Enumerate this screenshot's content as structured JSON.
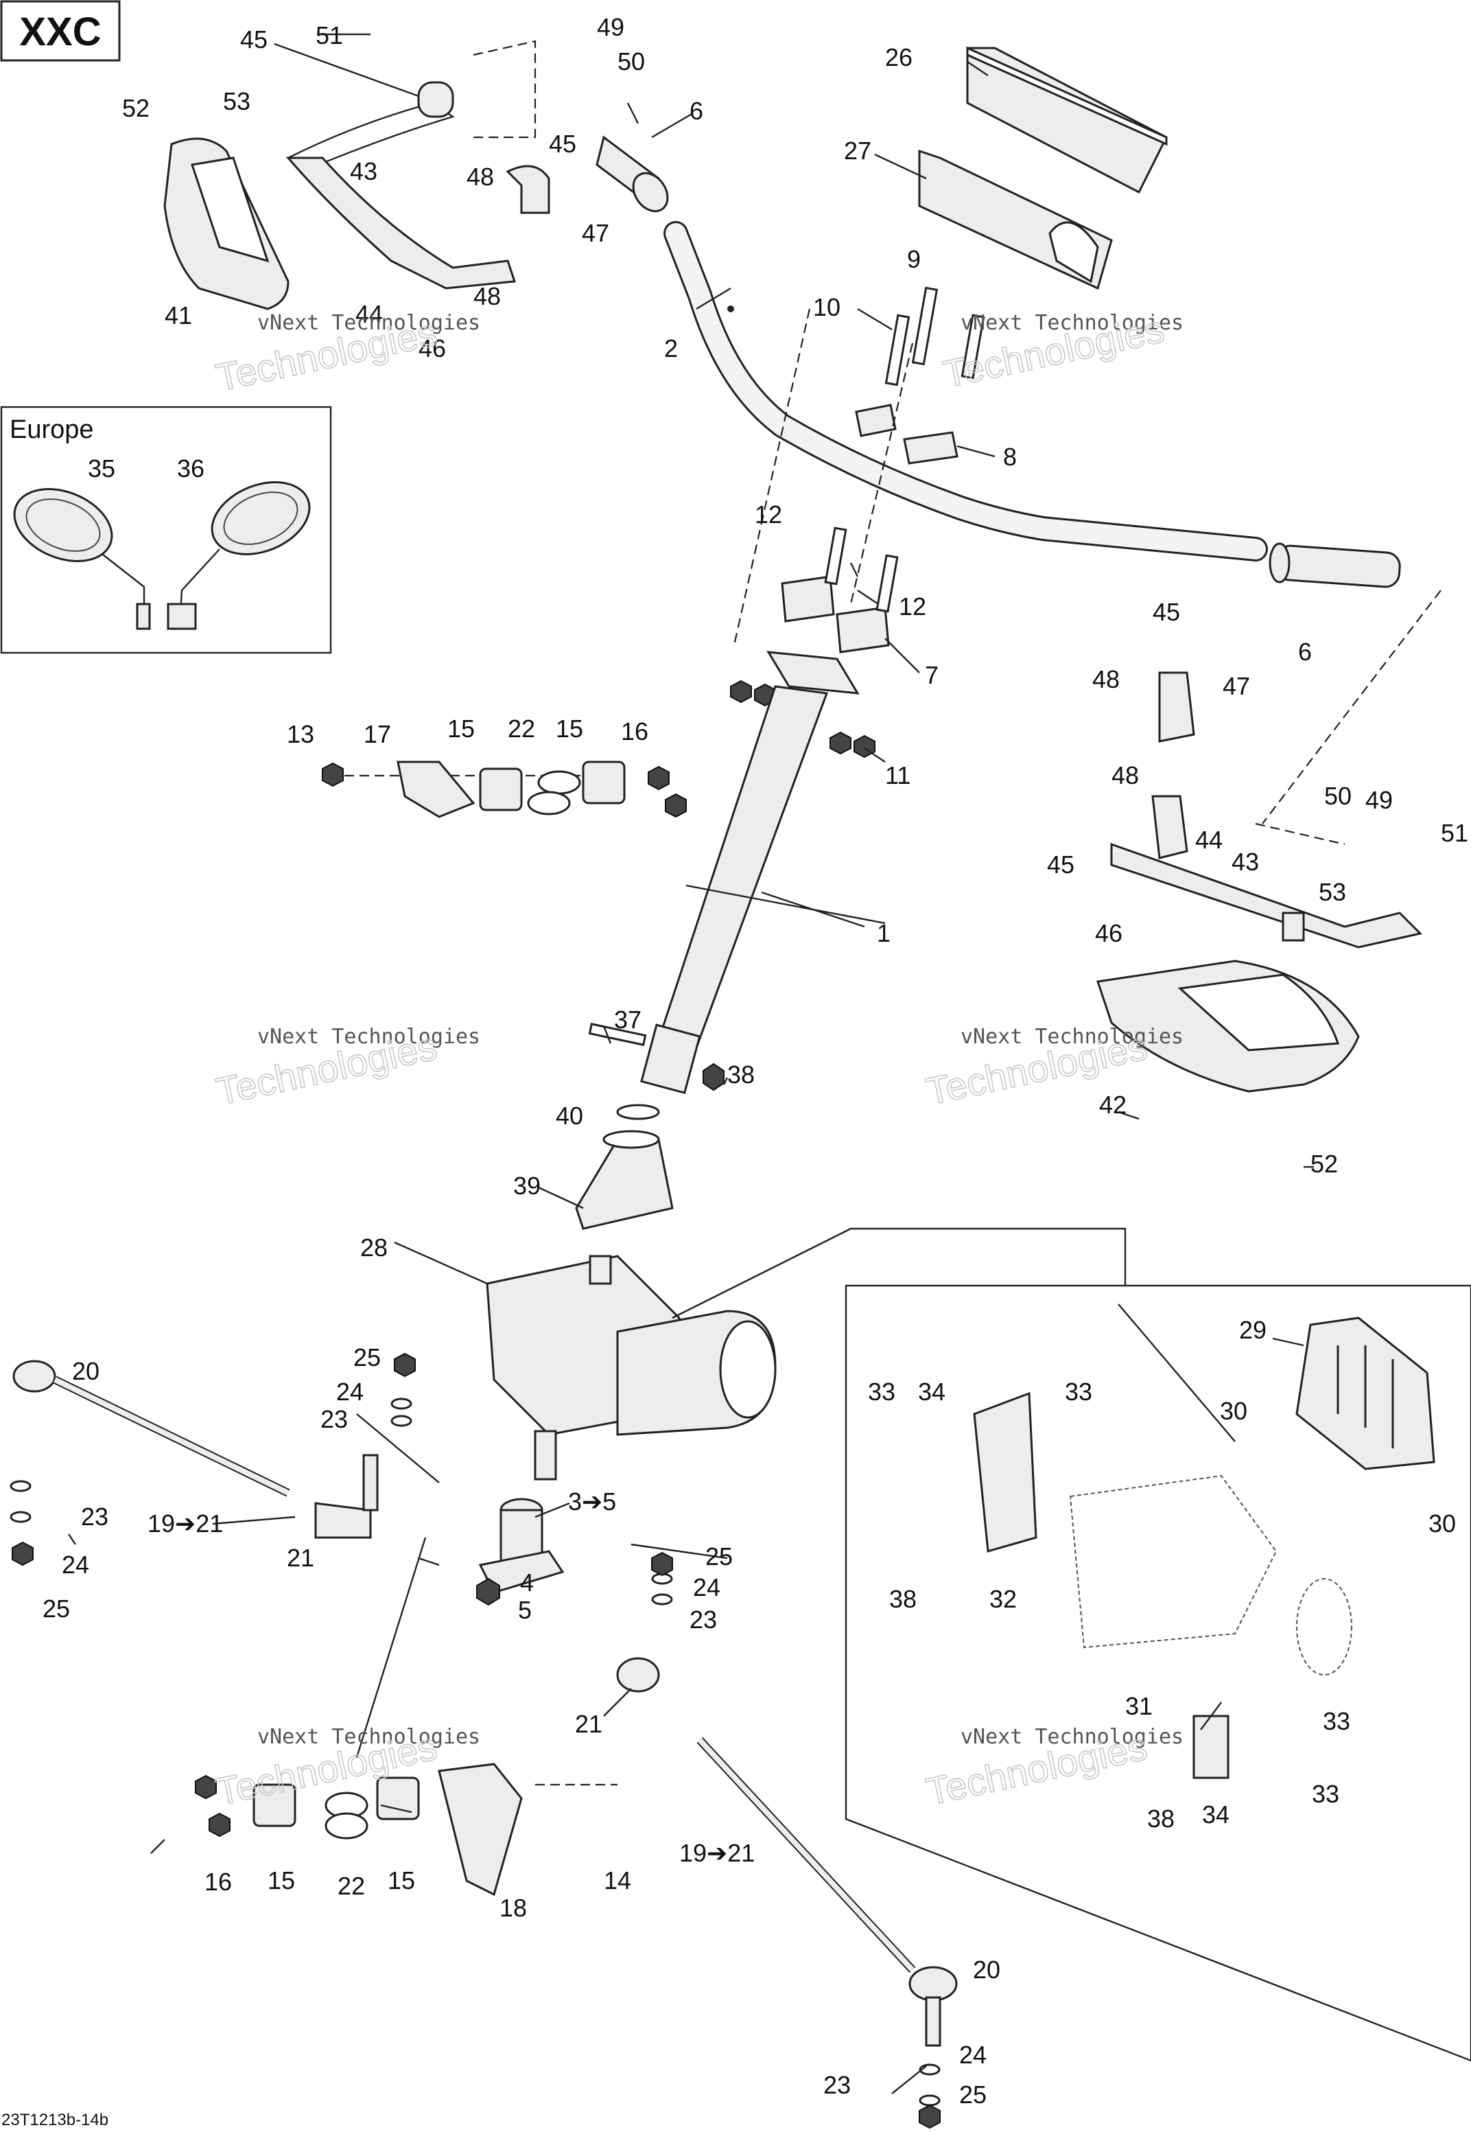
{
  "header": {
    "model": "XXC",
    "region": "Europe"
  },
  "diagram_code": "23T1213b-14b",
  "watermark": {
    "line1": "vNext Technologies",
    "line2": "Technologies"
  },
  "callouts": [
    {
      "id": "c51a",
      "text": "51"
    },
    {
      "id": "c45a",
      "text": "45"
    },
    {
      "id": "c49a",
      "text": "49"
    },
    {
      "id": "c50a",
      "text": "50"
    },
    {
      "id": "c26",
      "text": "26"
    },
    {
      "id": "c52a",
      "text": "52"
    },
    {
      "id": "c53a",
      "text": "53"
    },
    {
      "id": "c6a",
      "text": "6"
    },
    {
      "id": "c43a",
      "text": "43"
    },
    {
      "id": "c48a",
      "text": "48"
    },
    {
      "id": "c45b",
      "text": "45"
    },
    {
      "id": "c27",
      "text": "27"
    },
    {
      "id": "c47a",
      "text": "47"
    },
    {
      "id": "c48b",
      "text": "48"
    },
    {
      "id": "c41",
      "text": "41"
    },
    {
      "id": "c44a",
      "text": "44"
    },
    {
      "id": "c46a",
      "text": "46"
    },
    {
      "id": "c9",
      "text": "9"
    },
    {
      "id": "c10",
      "text": "10"
    },
    {
      "id": "c2",
      "text": "2"
    },
    {
      "id": "c8",
      "text": "8"
    },
    {
      "id": "c35",
      "text": "35"
    },
    {
      "id": "c36",
      "text": "36"
    },
    {
      "id": "c12a",
      "text": "12"
    },
    {
      "id": "c12b",
      "text": "12"
    },
    {
      "id": "c6b",
      "text": "6"
    },
    {
      "id": "c45c",
      "text": "45"
    },
    {
      "id": "c7",
      "text": "7"
    },
    {
      "id": "c48c",
      "text": "48"
    },
    {
      "id": "c47b",
      "text": "47"
    },
    {
      "id": "c13",
      "text": "13"
    },
    {
      "id": "c17",
      "text": "17"
    },
    {
      "id": "c15a",
      "text": "15"
    },
    {
      "id": "c22a",
      "text": "22"
    },
    {
      "id": "c15b",
      "text": "15"
    },
    {
      "id": "c16a",
      "text": "16"
    },
    {
      "id": "c11",
      "text": "11"
    },
    {
      "id": "c48d",
      "text": "48"
    },
    {
      "id": "c50b",
      "text": "50"
    },
    {
      "id": "c49b",
      "text": "49"
    },
    {
      "id": "c51b",
      "text": "51"
    },
    {
      "id": "c44b",
      "text": "44"
    },
    {
      "id": "c45d",
      "text": "45"
    },
    {
      "id": "c43b",
      "text": "43"
    },
    {
      "id": "c53b",
      "text": "53"
    },
    {
      "id": "c1",
      "text": "1"
    },
    {
      "id": "c46b",
      "text": "46"
    },
    {
      "id": "c37",
      "text": "37"
    },
    {
      "id": "c38a",
      "text": "38"
    },
    {
      "id": "c42",
      "text": "42"
    },
    {
      "id": "c40",
      "text": "40"
    },
    {
      "id": "c52b",
      "text": "52"
    },
    {
      "id": "c39",
      "text": "39"
    },
    {
      "id": "c28",
      "text": "28"
    },
    {
      "id": "c29",
      "text": "29"
    },
    {
      "id": "c20a",
      "text": "20"
    },
    {
      "id": "c25a",
      "text": "25"
    },
    {
      "id": "c24a",
      "text": "24"
    },
    {
      "id": "c33a",
      "text": "33"
    },
    {
      "id": "c34a",
      "text": "34"
    },
    {
      "id": "c33b",
      "text": "33"
    },
    {
      "id": "c30a",
      "text": "30"
    },
    {
      "id": "c23a",
      "text": "23"
    },
    {
      "id": "c23b",
      "text": "23"
    },
    {
      "id": "c19a",
      "text": "19➔21"
    },
    {
      "id": "c3",
      "text": "3➔5"
    },
    {
      "id": "c21a",
      "text": "21"
    },
    {
      "id": "c30b",
      "text": "30"
    },
    {
      "id": "c24b",
      "text": "24"
    },
    {
      "id": "c38b",
      "text": "38"
    },
    {
      "id": "c32",
      "text": "32"
    },
    {
      "id": "c25b",
      "text": "25"
    },
    {
      "id": "c4",
      "text": "4"
    },
    {
      "id": "c24c",
      "text": "24"
    },
    {
      "id": "c25c",
      "text": "25"
    },
    {
      "id": "c5",
      "text": "5"
    },
    {
      "id": "c23c",
      "text": "23"
    },
    {
      "id": "c31",
      "text": "31"
    },
    {
      "id": "c33c",
      "text": "33"
    },
    {
      "id": "c21b",
      "text": "21"
    },
    {
      "id": "c33d",
      "text": "33"
    },
    {
      "id": "c38c",
      "text": "38"
    },
    {
      "id": "c34b",
      "text": "34"
    },
    {
      "id": "c16b",
      "text": "16"
    },
    {
      "id": "c15c",
      "text": "15"
    },
    {
      "id": "c22b",
      "text": "22"
    },
    {
      "id": "c15d",
      "text": "15"
    },
    {
      "id": "c14",
      "text": "14"
    },
    {
      "id": "c19b",
      "text": "19➔21"
    },
    {
      "id": "c18",
      "text": "18"
    },
    {
      "id": "c20b",
      "text": "20"
    },
    {
      "id": "c23d",
      "text": "23"
    },
    {
      "id": "c24d",
      "text": "24"
    },
    {
      "id": "c25d",
      "text": "25"
    }
  ]
}
